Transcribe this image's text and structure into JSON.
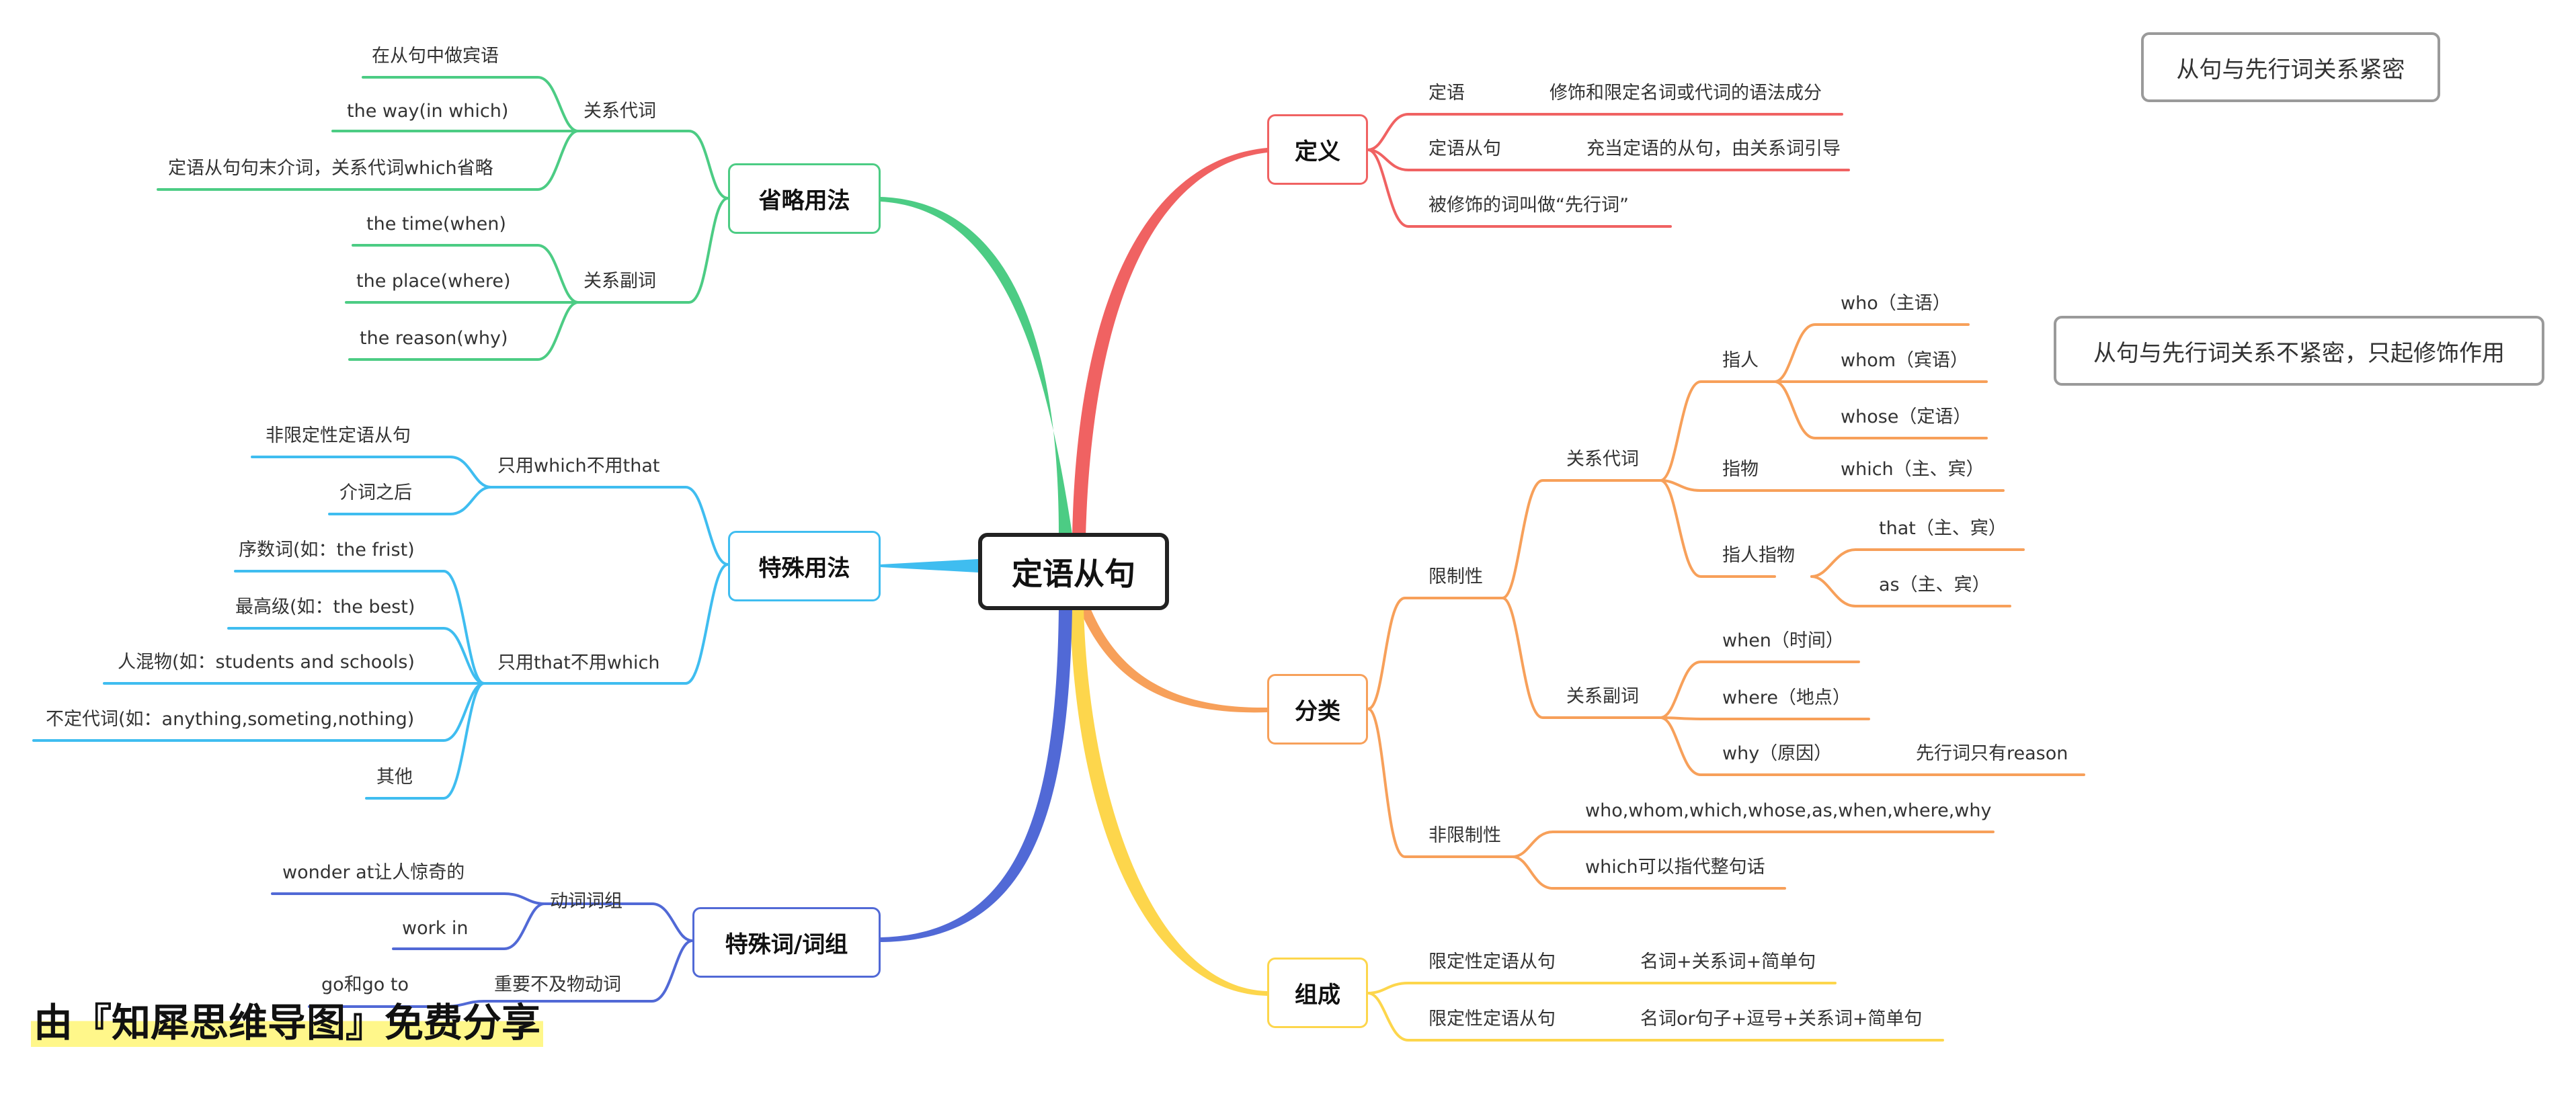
{
  "center": "定语从句",
  "credit": "由『知犀思维导图』免费分享",
  "colors": {
    "red": "#f06262",
    "orange": "#f7a05a",
    "yellow": "#fdd64c",
    "blue": "#5169d6",
    "cyan": "#3fbdf0",
    "green": "#4ccc84",
    "note_border": "#9a9a9a"
  },
  "branches": {
    "def": {
      "label": "定义",
      "leaves": {
        "dingyu": "定语",
        "dingyu_desc": "修饰和限定名词或代词的语法成分",
        "dingyu_clause": "定语从句",
        "dingyu_clause_desc": "充当定语的从句，由关系词引导",
        "antecedent": "被修饰的词叫做“先行词”"
      }
    },
    "classify": {
      "label": "分类",
      "restrictive": "限制性",
      "rel_pron": "关系代词",
      "person": "指人",
      "who": "who（主语）",
      "whom": "whom（宾语）",
      "whose": "whose（定语）",
      "thing": "指物",
      "which": "which（主、宾）",
      "person_thing": "指人指物",
      "that": "that（主、宾）",
      "as": "as（主、宾）",
      "rel_adv": "关系副词",
      "when": "when（时间）",
      "where": "where（地点）",
      "why": "why（原因）",
      "reason": "先行词只有reason",
      "nonrestrictive": "非限制性",
      "nr_words": "who,whom,which,whose,as,when,where,why",
      "nr_which": "which可以指代整句话"
    },
    "compose": {
      "label": "组成",
      "r1": "限定性定语从句",
      "r1_desc": "名词+关系词+简单句",
      "r2": "限定性定语从句",
      "r2_desc": "名词or句子+逗号+关系词+简单句"
    },
    "omit": {
      "label": "省略用法",
      "rel_pron": "关系代词",
      "obj": "在从句中做宾语",
      "way": "the way(in which)",
      "prep_end": "定语从句句末介词，关系代词which省略",
      "rel_adv": "关系副词",
      "time": "the time(when)",
      "place": "the place(where)",
      "reason": "the reason(why)"
    },
    "special": {
      "label": "特殊用法",
      "which_only": "只用which不用that",
      "nonrestrictive": "非限定性定语从句",
      "after_prep": "介词之后",
      "that_only": "只用that不用which",
      "ordinal": "序数词(如：the frist)",
      "superlative": "最高级(如：the best)",
      "mixed": "人混物(如：students and schools)",
      "indefinite": "不定代词(如：anything,someting,nothing)",
      "other": "其他"
    },
    "words": {
      "label": "特殊词/词组",
      "verb_phrase": "动词词组",
      "wonder": "wonder at让人惊奇的",
      "work": "work in",
      "intrans": "重要不及物动词",
      "go": "go和go to"
    }
  },
  "notes": {
    "restrictive": "从句与先行词关系紧密",
    "nonrestrictive": "从句与先行词关系不紧密，只起修饰作用"
  }
}
